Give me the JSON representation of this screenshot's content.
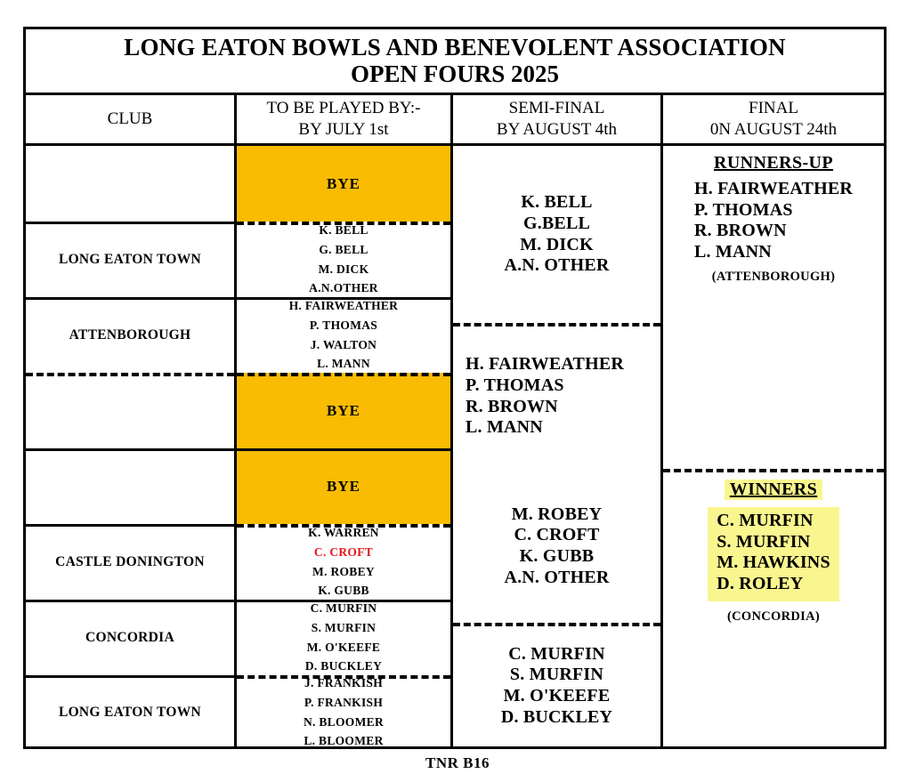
{
  "document": {
    "title_line1": "LONG EATON BOWLS AND BENEVOLENT ASSOCIATION",
    "title_line2": "OPEN FOURS 2025",
    "footer": "TNR B16"
  },
  "colors": {
    "bye_orange": "#f9bc03",
    "winner_highlight": "#faf68f",
    "red_name": "#e8161a",
    "border": "#000000",
    "background": "#ffffff"
  },
  "headers": {
    "club": {
      "line1": "CLUB",
      "line2": ""
    },
    "round1": {
      "line1": "TO BE PLAYED BY:-",
      "line2": "BY  JULY 1st"
    },
    "semifinal": {
      "line1": "SEMI-FINAL",
      "line2": "BY  AUGUST 4th"
    },
    "final": {
      "line1": "FINAL",
      "line2": "0N AUGUST 24th"
    }
  },
  "clubs": [
    {
      "name": ""
    },
    {
      "name": "LONG EATON TOWN"
    },
    {
      "name": "ATTENBOROUGH"
    },
    {
      "name": ""
    },
    {
      "name": ""
    },
    {
      "name": "CASTLE DONINGTON"
    },
    {
      "name": "CONCORDIA"
    },
    {
      "name": "LONG EATON TOWN"
    }
  ],
  "round1": [
    {
      "type": "bye",
      "label": "BYE",
      "names": []
    },
    {
      "type": "team",
      "label": "",
      "names": [
        {
          "text": "K. BELL",
          "color": "black"
        },
        {
          "text": "G. BELL",
          "color": "black"
        },
        {
          "text": "M. DICK",
          "color": "black"
        },
        {
          "text": "A.N.OTHER",
          "color": "black"
        }
      ]
    },
    {
      "type": "team",
      "label": "",
      "names": [
        {
          "text": "H. FAIRWEATHER",
          "color": "black"
        },
        {
          "text": "P. THOMAS",
          "color": "black"
        },
        {
          "text": "J. WALTON",
          "color": "black"
        },
        {
          "text": "L. MANN",
          "color": "black"
        }
      ]
    },
    {
      "type": "bye",
      "label": "BYE",
      "names": []
    },
    {
      "type": "bye",
      "label": "BYE",
      "names": []
    },
    {
      "type": "team",
      "label": "",
      "names": [
        {
          "text": "K. WARREN",
          "color": "black"
        },
        {
          "text": "C. CROFT",
          "color": "red"
        },
        {
          "text": "M. ROBEY",
          "color": "black"
        },
        {
          "text": "K. GUBB",
          "color": "black"
        }
      ]
    },
    {
      "type": "team",
      "label": "",
      "names": [
        {
          "text": "C. MURFIN",
          "color": "black"
        },
        {
          "text": "S. MURFIN",
          "color": "black"
        },
        {
          "text": "M. O'KEEFE",
          "color": "black"
        },
        {
          "text": "D. BUCKLEY",
          "color": "black"
        }
      ]
    },
    {
      "type": "team",
      "label": "",
      "names": [
        {
          "text": "J. FRANKISH",
          "color": "black"
        },
        {
          "text": "P. FRANKISH",
          "color": "black"
        },
        {
          "text": "N. BLOOMER",
          "color": "black"
        },
        {
          "text": "L. BLOOMER",
          "color": "black"
        }
      ]
    }
  ],
  "semifinals": [
    {
      "align": "center",
      "names": [
        "K. BELL",
        "G.BELL",
        "M. DICK",
        "A.N. OTHER"
      ]
    },
    {
      "align": "left",
      "names": [
        "H. FAIRWEATHER",
        "P. THOMAS",
        "R. BROWN",
        "L. MANN"
      ]
    },
    {
      "align": "center",
      "names": [
        "M. ROBEY",
        "C. CROFT",
        "K. GUBB",
        "A.N. OTHER"
      ]
    },
    {
      "align": "center",
      "names": [
        "C. MURFIN",
        "S. MURFIN",
        "M. O'KEEFE",
        "D. BUCKLEY"
      ]
    }
  ],
  "final": {
    "runners_up": {
      "heading": "RUNNERS-UP",
      "highlighted": false,
      "names": [
        "H. FAIRWEATHER",
        "P. THOMAS",
        "R. BROWN",
        "L. MANN"
      ],
      "club": "(ATTENBOROUGH)"
    },
    "winners": {
      "heading": "WINNERS",
      "highlighted": true,
      "names": [
        "C. MURFIN",
        "S. MURFIN",
        "M. HAWKINS",
        "D. ROLEY"
      ],
      "club": "(CONCORDIA)"
    }
  }
}
